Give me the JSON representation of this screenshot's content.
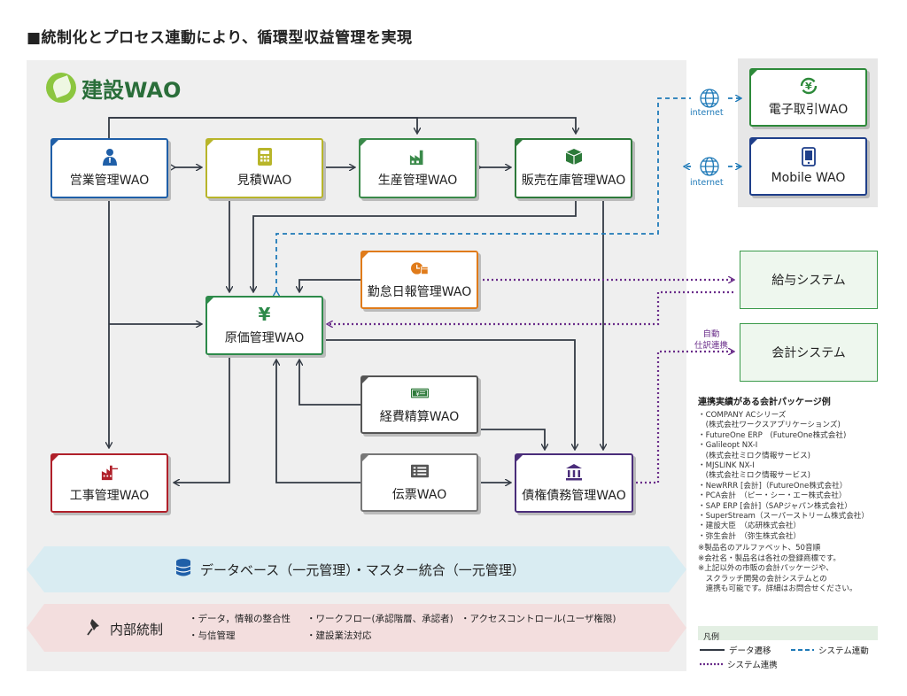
{
  "title": "■統制化とプロセス連動により、循環型収益管理を実現",
  "logo": "建設WAO",
  "modules": {
    "eigyo": "営業管理WAO",
    "mitsumori": "見積WAO",
    "seisan": "生産管理WAO",
    "hanbai": "販売在庫管理WAO",
    "kintai": "勤怠日報管理WAO",
    "genka": "原価管理WAO",
    "keihi": "経費精算WAO",
    "denpyo": "伝票WAO",
    "saiken": "債権債務管理WAO",
    "koji": "工事管理WAO"
  },
  "external": {
    "denshi": "電子取引WAO",
    "mobile": "Mobile WAO",
    "internet1": "internet",
    "internet2": "internet",
    "kyuyo": "給与システム",
    "kaikei": "会計システム",
    "auto_label_1": "自動",
    "auto_label_2": "仕訳連携"
  },
  "database_band": "データベース（一元管理）・マスター統合（一元管理）",
  "control_band": {
    "label": "内部統制",
    "items": [
      "・データ，情報の整合性",
      "・ワークフロー(承認階層、承認者)",
      "・アクセスコントロール(ユーザ権限)",
      "・与信管理",
      "・建設業法対応"
    ]
  },
  "packages": {
    "heading": "連携実績がある会計パッケージ例",
    "lines": [
      "・COMPANY ACシリーズ",
      "　(株式会社ワークスアプリケーションズ)",
      "・FutureOne ERP　(FutureOne株式会社)",
      "・Galileopt NX-I",
      "　(株式会社ミロク情報サービス)",
      "・MJSLINK NX-Ⅰ",
      "　(株式会社ミロク情報サービス)",
      "・NewRRR [会計]（FutureOne株式会社）",
      "・PCA会計　（ピー・シー・エー株式会社）",
      "・SAP ERP [会計]（SAPジャパン株式会社）",
      "・SuperStream（スーパーストリーム株式会社）",
      "・建設大臣　（応研株式会社）",
      "・弥生会計　（弥生株式会社）"
    ],
    "notes": [
      "※製品名のアルファベット、50音順",
      "※会社名・製品名は各社の登録商標です。",
      "※上記以外の市販の会計パッケージや、",
      "　スクラッチ開発の会計システムとの",
      "　連携も可能です。詳細はお問合せください。"
    ]
  },
  "legend": {
    "heading": "凡例",
    "data_flow": "データ遷移",
    "system_link": "システム連動",
    "system_integration": "システム連携"
  },
  "colors": {
    "eigyo": "#1f5fa8",
    "mitsumori": "#b8b52a",
    "seisan": "#3a8a4a",
    "hanbai": "#2d7a3a",
    "kintai": "#e07b1a",
    "genka": "#2d8a4a",
    "keihi": "#555555",
    "denpyo": "#777777",
    "saiken": "#4a2d7a",
    "koji": "#b0202a",
    "denshi": "#2d8a3a",
    "mobile": "#1f3f8a",
    "line_dark": "#333a44",
    "line_blue": "#1f7ab8",
    "line_purple": "#6a2d8a"
  }
}
